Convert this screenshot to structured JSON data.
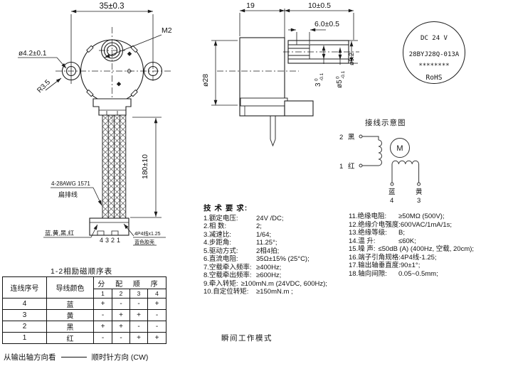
{
  "front_view": {
    "dim_width": "35±0.3",
    "thread_label": "M2",
    "hole_label": "ø4.2±0.1",
    "radius_label": "R3.5",
    "cable_length": "180±10",
    "cable_spec": "4-28AWG 1571",
    "cable_type": "扁排线",
    "wire_colors": "蓝,黄,黑,红",
    "pin_numbers": "4321",
    "connector_spec": "4P4线x1.25",
    "connector_shell": "蓝色胶壳"
  },
  "side_view": {
    "dim_length": "19",
    "dim_shaft": "10±0.5",
    "dim_flat": "6.0±0.5",
    "dim_dia": "ø28",
    "dim_boss": "ø9.2",
    "flat_tol": {
      "v": "3",
      "u": "0",
      "l": "-0.1"
    },
    "shaft_tol": {
      "v": "ø5",
      "u": "0",
      "l": "-0.1"
    }
  },
  "nameplate": {
    "voltage": "DC 24 V",
    "model": "28BYJ28Q-013A",
    "stars": "********",
    "rohs": "RoHS"
  },
  "wiring": {
    "title": "接线示意图",
    "pin2": "2",
    "pin2_color": "黑",
    "pin1": "1",
    "pin1_color": "红",
    "motor": "M",
    "pin4_color": "蓝",
    "pin4": "4",
    "pin3_color": "黄",
    "pin3": "3"
  },
  "tech": {
    "title": "技 术 要 求:",
    "left": [
      {
        "label": "1.额定电压:",
        "value": "24V /DC;"
      },
      {
        "label": "2.相  数:",
        "value": "2;"
      },
      {
        "label": "3.减速比:",
        "value": "1/64;"
      },
      {
        "label": "4.步距角:",
        "value": "11.25°;"
      },
      {
        "label": "5.驱动方式:",
        "value": "2相4拍;"
      },
      {
        "label": "6.直流电阻:",
        "value": "35Ω±15% (25°C);"
      },
      {
        "label": "7.空载牵入频率:",
        "value": "≥400Hz;"
      },
      {
        "label": "8.空载牵出频率:",
        "value": "≥600Hz;"
      },
      {
        "label": "9.牵入转矩:",
        "value": "≥100mN.m (24VDC, 600Hz);"
      },
      {
        "label": "10.自定位转矩:",
        "value": "≥150mN.m ;"
      }
    ],
    "right": [
      {
        "label": "11.绝缘电阻:",
        "value": "≥50MΩ (500V);"
      },
      {
        "label": "12.绝缘介电强度:",
        "value": "600VAC/1mA/1s;"
      },
      {
        "label": "13.绝缘等级:",
        "value": "B;"
      },
      {
        "label": "14.温  升:",
        "value": "≤60K;"
      },
      {
        "label": "15.噪 声:",
        "value": "≤50dB (A) (400Hz, 空载, 20cm);"
      },
      {
        "label": "16.端子引角规格:",
        "value": "4P4线-1.25;"
      },
      {
        "label": "17.输出轴垂直度:",
        "value": "90±1°;"
      },
      {
        "label": "18.轴向间隙:",
        "value": "0.05~0.5mm;"
      }
    ]
  },
  "mode_note": "瞬间工作模式",
  "table": {
    "title": "1-2相励磁顺序表",
    "col_wire": "连线序号",
    "col_color": "导线颜色",
    "col_seq": "分 配 顺 序",
    "steps": [
      "1",
      "2",
      "3",
      "4"
    ],
    "rows": [
      {
        "num": "4",
        "color": "蓝",
        "s": [
          "+",
          "-",
          "-",
          "+"
        ]
      },
      {
        "num": "3",
        "color": "黄",
        "s": [
          "-",
          "+",
          "+",
          "-"
        ]
      },
      {
        "num": "2",
        "color": "黑",
        "s": [
          "+",
          "+",
          "-",
          "-"
        ]
      },
      {
        "num": "1",
        "color": "红",
        "s": [
          "-",
          "-",
          "+",
          "+"
        ]
      }
    ]
  },
  "footer": {
    "prefix": "从输出轴方向看",
    "suffix": "顺时针方向 (CW)"
  }
}
